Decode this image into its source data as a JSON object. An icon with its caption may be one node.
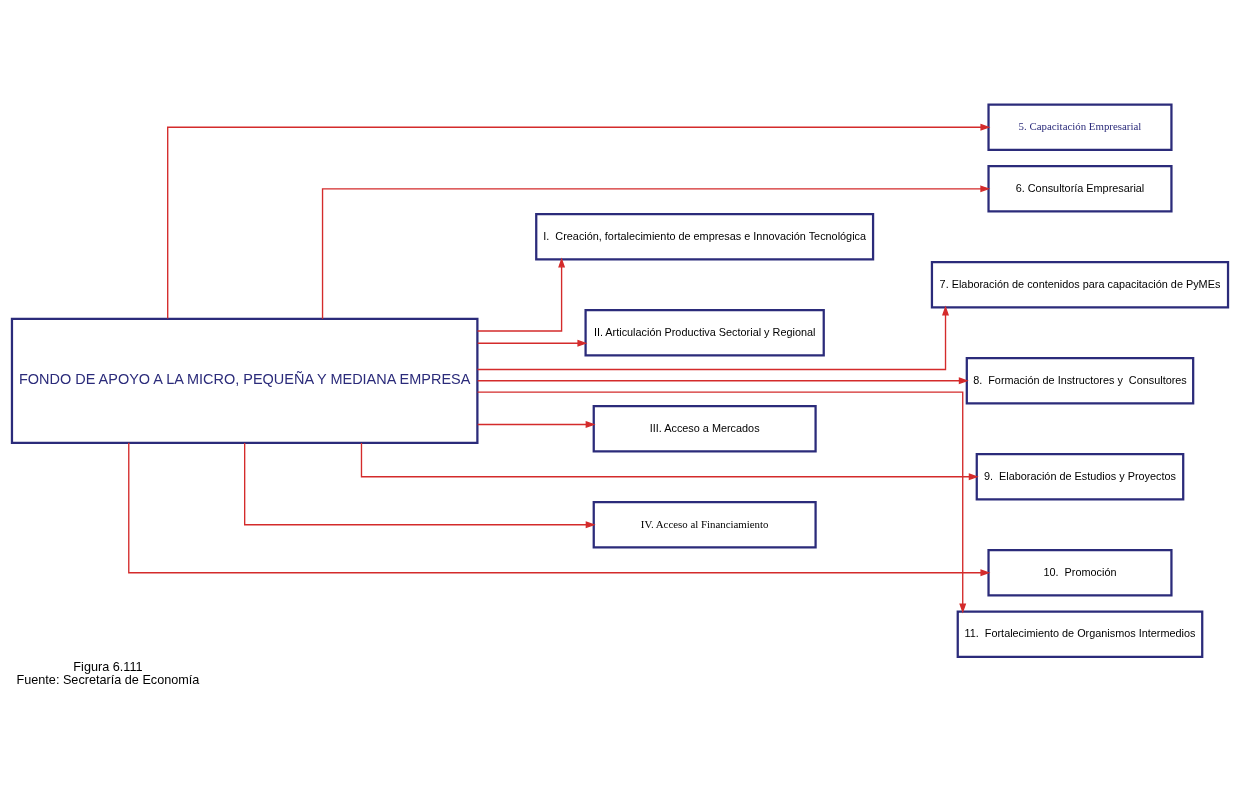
{
  "diagram": {
    "title": "Figura 6.111",
    "caption": "Fuente: Secretaría de Economía",
    "nodes": [
      {
        "text": [
          "FONDO DE APOYO A LA MICRO, PEQUEÑA Y MEDIANA EMPRESA"
        ]
      },
      {
        "text": [
          "5. Capacitación Empresarial"
        ]
      },
      {
        "text": [
          "6. Consultoría Empresarial"
        ]
      },
      {
        "text": [
          "I.  Creación, fortalecimiento de empresas e Innovación Tecnológica"
        ]
      },
      {
        "text": [
          "7. Elaboración de contenidos para capacitación de PyMEs"
        ]
      },
      {
        "text": [
          "II. Articulación Productiva Sectorial y Regional"
        ]
      },
      {
        "text": [
          "8.  Formación de Instructores y  Consultores"
        ]
      },
      {
        "text": [
          "III. Acceso a Mercados"
        ]
      },
      {
        "text": [
          "9.  Elaboración de Estudios y Proyectos"
        ]
      },
      {
        "text": [
          "IV. Acceso al Financiamiento"
        ]
      },
      {
        "text": [
          "10.  Promoción"
        ]
      },
      {
        "text": [
          "11.  Fortalecimiento de Organismos Intermedios"
        ]
      }
    ],
    "edges": [
      {
        "from": 0,
        "to": 1,
        "arrow": "to"
      },
      {
        "from": 0,
        "to": 2,
        "arrow": "to"
      },
      {
        "from": 0,
        "to": 3,
        "arrow": "to"
      },
      {
        "from": 0,
        "to": 4,
        "arrow": "to"
      },
      {
        "from": 0,
        "to": 5,
        "arrow": "to"
      },
      {
        "from": 0,
        "to": 6,
        "arrow": "to"
      },
      {
        "from": 0,
        "to": 7,
        "arrow": "to"
      },
      {
        "from": 0,
        "to": 8,
        "arrow": "to"
      },
      {
        "from": 0,
        "to": 9,
        "arrow": "to"
      },
      {
        "from": 0,
        "to": 10,
        "arrow": "to"
      },
      {
        "from": 0,
        "to": 11,
        "arrow": "to"
      }
    ]
  }
}
